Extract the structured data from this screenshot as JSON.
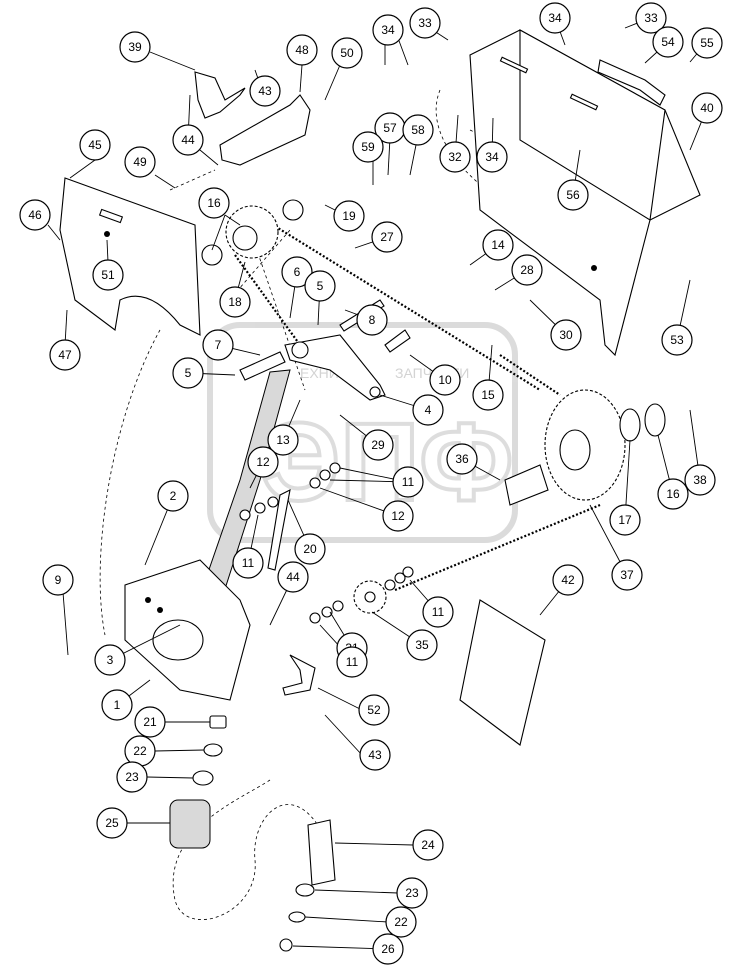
{
  "watermark": {
    "line1": "ЕХНИК",
    "line2": "ЗАПЧАСТИ",
    "letters": "ЭПФ"
  },
  "callouts": [
    {
      "id": "c39",
      "label": "39"
    },
    {
      "id": "c48",
      "label": "48"
    },
    {
      "id": "c50",
      "label": "50"
    },
    {
      "id": "c43a",
      "label": "43"
    },
    {
      "id": "c44a",
      "label": "44"
    },
    {
      "id": "c45",
      "label": "45"
    },
    {
      "id": "c49",
      "label": "49"
    },
    {
      "id": "c46",
      "label": "46"
    },
    {
      "id": "c51",
      "label": "51"
    },
    {
      "id": "c47",
      "label": "47"
    },
    {
      "id": "c16a",
      "label": "16"
    },
    {
      "id": "c18",
      "label": "18"
    },
    {
      "id": "c19",
      "label": "19"
    },
    {
      "id": "c34a",
      "label": "34"
    },
    {
      "id": "c33a",
      "label": "33"
    },
    {
      "id": "c57",
      "label": "57"
    },
    {
      "id": "c58",
      "label": "58"
    },
    {
      "id": "c59",
      "label": "59"
    },
    {
      "id": "c32",
      "label": "32"
    },
    {
      "id": "c34b",
      "label": "34"
    },
    {
      "id": "c34c",
      "label": "34"
    },
    {
      "id": "c33b",
      "label": "33"
    },
    {
      "id": "c54",
      "label": "54"
    },
    {
      "id": "c55",
      "label": "55"
    },
    {
      "id": "c40",
      "label": "40"
    },
    {
      "id": "c56",
      "label": "56"
    },
    {
      "id": "c27",
      "label": "27"
    },
    {
      "id": "c14",
      "label": "14"
    },
    {
      "id": "c6",
      "label": "6"
    },
    {
      "id": "c5a",
      "label": "5"
    },
    {
      "id": "c8",
      "label": "8"
    },
    {
      "id": "c28",
      "label": "28"
    },
    {
      "id": "c30",
      "label": "30"
    },
    {
      "id": "c53",
      "label": "53"
    },
    {
      "id": "c7",
      "label": "7"
    },
    {
      "id": "c5b",
      "label": "5"
    },
    {
      "id": "c10",
      "label": "10"
    },
    {
      "id": "c15",
      "label": "15"
    },
    {
      "id": "c4",
      "label": "4"
    },
    {
      "id": "c13",
      "label": "13"
    },
    {
      "id": "c29",
      "label": "29"
    },
    {
      "id": "c36",
      "label": "36"
    },
    {
      "id": "c16b",
      "label": "16"
    },
    {
      "id": "c17",
      "label": "17"
    },
    {
      "id": "c38",
      "label": "38"
    },
    {
      "id": "c12a",
      "label": "12"
    },
    {
      "id": "c11a",
      "label": "11"
    },
    {
      "id": "c12b",
      "label": "12"
    },
    {
      "id": "c2",
      "label": "2"
    },
    {
      "id": "c11b",
      "label": "11"
    },
    {
      "id": "c20",
      "label": "20"
    },
    {
      "id": "c9",
      "label": "9"
    },
    {
      "id": "c44b",
      "label": "44"
    },
    {
      "id": "c37",
      "label": "37"
    },
    {
      "id": "c42",
      "label": "42"
    },
    {
      "id": "c11c",
      "label": "11"
    },
    {
      "id": "c3",
      "label": "3"
    },
    {
      "id": "c31",
      "label": "31"
    },
    {
      "id": "c35",
      "label": "35"
    },
    {
      "id": "c11d",
      "label": "11"
    },
    {
      "id": "c1",
      "label": "1"
    },
    {
      "id": "c52",
      "label": "52"
    },
    {
      "id": "c21",
      "label": "21"
    },
    {
      "id": "c43b",
      "label": "43"
    },
    {
      "id": "c22a",
      "label": "22"
    },
    {
      "id": "c23a",
      "label": "23"
    },
    {
      "id": "c25",
      "label": "25"
    },
    {
      "id": "c24",
      "label": "24"
    },
    {
      "id": "c23b",
      "label": "23"
    },
    {
      "id": "c22b",
      "label": "22"
    },
    {
      "id": "c26",
      "label": "26"
    }
  ]
}
